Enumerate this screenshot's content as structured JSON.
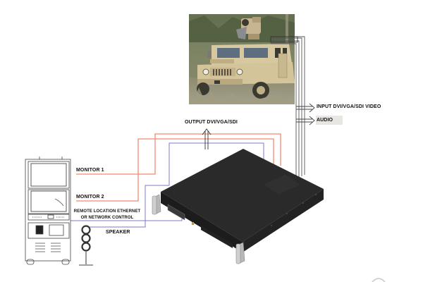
{
  "diagram": {
    "title": "Vehicle camera processing system connection diagram",
    "labels": {
      "input": "INPUT DVI/VGA/SDI VIDEO",
      "audio": "AUDIO",
      "output": "OUTPUT DVI/VGA/SDI",
      "monitor1": "MONITOR 1",
      "monitor2": "MONITOR 2",
      "remote_line1": "REMOTE LOCATION ETHERNET",
      "remote_line2": "OR NETWORK CONTROL",
      "speaker": "SPEAKER"
    },
    "components": [
      {
        "id": "vehicle",
        "name": "Humvee with turret camera"
      },
      {
        "id": "processor",
        "name": "Rack-mount processing unit"
      },
      {
        "id": "console",
        "name": "Dual monitor console rack"
      },
      {
        "id": "speaker",
        "name": "Speaker"
      }
    ],
    "colors": {
      "video_cable": "#f08a72",
      "network_cable": "#7a7ac8",
      "input_cable": "#555555",
      "processor_body": "#262626",
      "audio_bg": "#e8e6e2"
    }
  }
}
